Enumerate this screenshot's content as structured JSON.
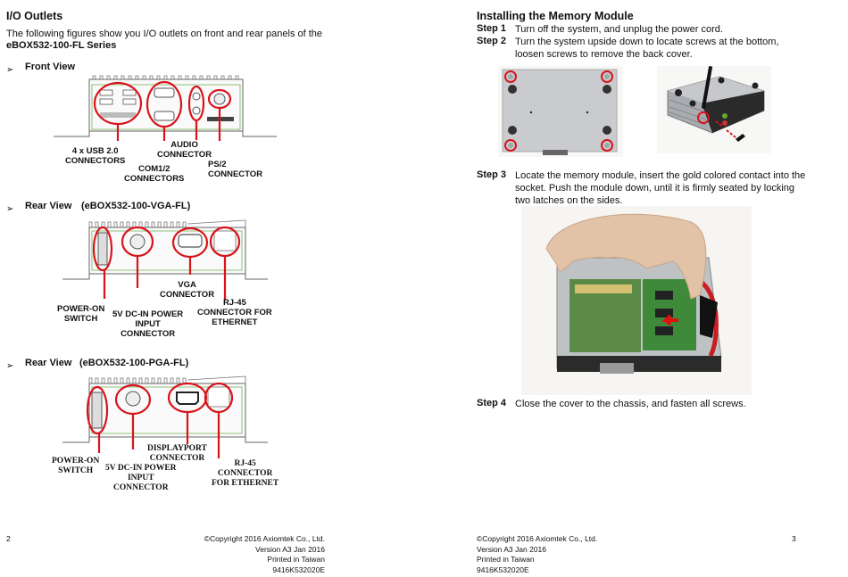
{
  "left_page": {
    "title": "I/O Outlets",
    "intro_line1": "The following figures show you I/O outlets on front and rear panels of the",
    "intro_line2": "eBOX532-100-FL Series",
    "bullet_glyph": "➢",
    "sections": [
      {
        "heading": "Front View",
        "model": "",
        "labels": [
          {
            "lines": [
              "4 x USB 2.0",
              "CONNECTORS"
            ]
          },
          {
            "lines": [
              "COM1/2",
              "CONNECTORS"
            ]
          },
          {
            "lines": [
              "AUDIO",
              "CONNECTOR"
            ]
          },
          {
            "lines": [
              "PS/2",
              "CONNECTOR"
            ]
          }
        ]
      },
      {
        "heading": "Rear View",
        "model": "(eBOX532-100-VGA-FL)",
        "labels": [
          {
            "lines": [
              "POWER-ON",
              "SWITCH"
            ]
          },
          {
            "lines": [
              "5V DC-IN POWER",
              "INPUT",
              "CONNECTOR"
            ]
          },
          {
            "lines": [
              "VGA",
              "CONNECTOR"
            ]
          },
          {
            "lines": [
              "RJ-45",
              "CONNECTOR FOR",
              "ETHERNET"
            ]
          }
        ]
      },
      {
        "heading": "Rear View",
        "model": "(eBOX532-100-PGA-FL)",
        "labels": [
          {
            "lines": [
              "POWER-ON",
              "SWITCH"
            ]
          },
          {
            "lines": [
              "5V DC-IN POWER",
              "INPUT",
              "CONNECTOR"
            ]
          },
          {
            "lines": [
              "DISPLAYPORT",
              "CONNECTOR"
            ]
          },
          {
            "lines": [
              "RJ-45",
              "CONNECTOR",
              "FOR ETHERNET"
            ]
          }
        ]
      }
    ],
    "page_number": "2",
    "footer": {
      "copyright": "©Copyright 2016 Axiomtek Co., Ltd.",
      "version": "Version A3 Jan 2016",
      "printed": "Printed in Taiwan",
      "part_number": "9416K532020E"
    }
  },
  "right_page": {
    "title": "Installing the Memory Module",
    "steps": [
      {
        "label": "Step 1",
        "lines": [
          "Turn off the system, and unplug the power cord."
        ]
      },
      {
        "label": "Step 2",
        "lines": [
          "Turn the system upside down to locate screws at the bottom,",
          "loosen screws to remove the back cover."
        ]
      },
      {
        "label": "Step 3",
        "lines": [
          "Locate the memory module, insert the gold colored contact into the",
          "socket. Push the module down, until it is firmly seated by locking",
          "two latches on the sides."
        ]
      },
      {
        "label": "Step 4",
        "lines": [
          "Close the cover to the chassis, and fasten all screws."
        ]
      }
    ],
    "page_number": "3",
    "footer": {
      "copyright": "©Copyright 2016 Axiomtek Co., Ltd.",
      "version": "Version A3 Jan 2016",
      "printed": "Printed in Taiwan",
      "part_number": "9416K532020E"
    }
  },
  "colors": {
    "highlight_red": "#d8141b",
    "board_green": "#4f8f3a"
  }
}
